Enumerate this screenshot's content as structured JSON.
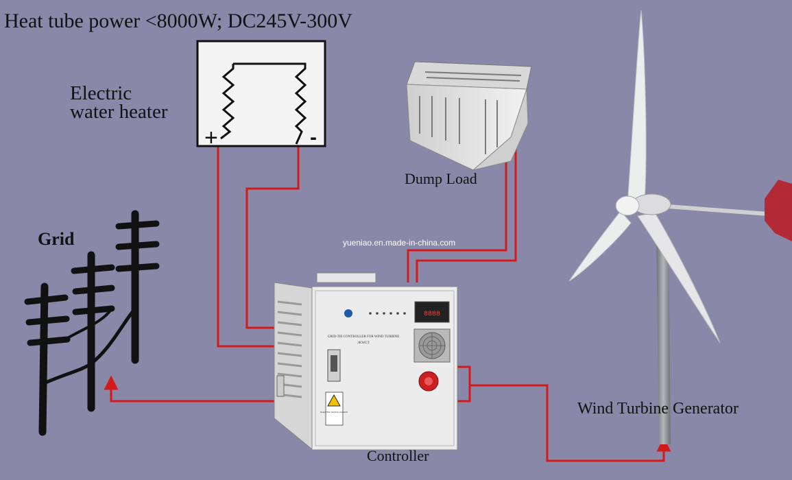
{
  "header": {
    "title": "Heat tube power <8000W; DC245V-300V"
  },
  "heater": {
    "label_line1": "Electric",
    "label_line2": "water heater",
    "plus": "+",
    "minus": "-"
  },
  "dump_load": {
    "label": "Dump Load"
  },
  "grid": {
    "label": "Grid"
  },
  "watermark": {
    "text": "yueniao.en.made-in-china.com"
  },
  "controller": {
    "label": "Controller",
    "panel_title": "GRID-TIE CONTROLLER FOR WIND TURBINE",
    "panel_model": "3KWGT",
    "display_value": "8888",
    "warning_text": "ELECTRIC SHOCK HAZARD"
  },
  "turbine": {
    "label": "Wind Turbine Generator"
  },
  "colors": {
    "background": "#8a88a8",
    "wire": "#d21a1a",
    "cabinet": "#e4e4e4",
    "tower": "#9a9ca0"
  }
}
